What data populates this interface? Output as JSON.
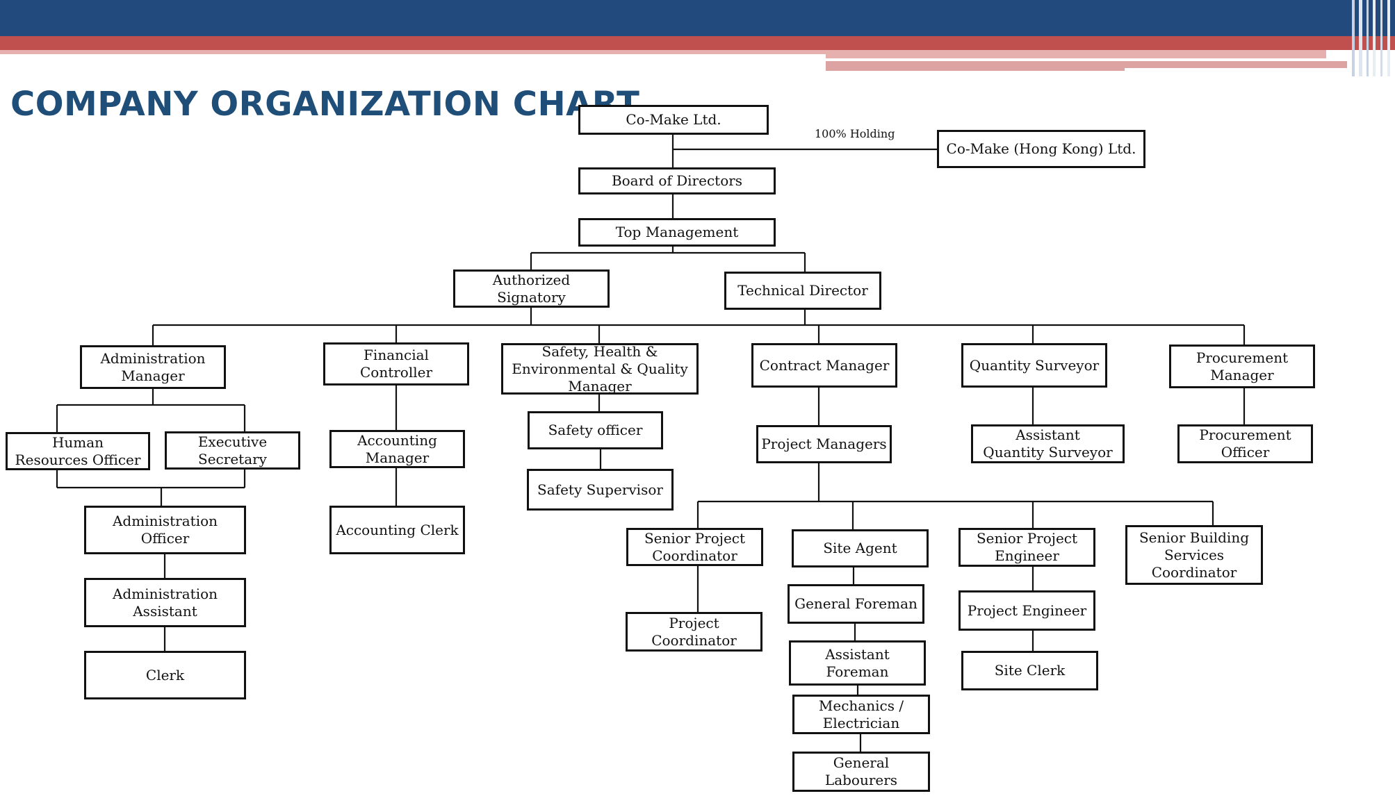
{
  "slide": {
    "title": "COMPANY ORGANIZATION CHART"
  },
  "org": {
    "holding_label": "100%  Holding",
    "nodes": {
      "comake": "Co-Make Ltd.",
      "comake_hk": "Co-Make (Hong Kong) Ltd.",
      "board": "Board of Directors",
      "top_mgmt": "Top Management",
      "auth_sig": "Authorized\nSignatory",
      "tech_dir": "Technical Director",
      "admin_mgr": "Administration\nManager",
      "hr_officer": "Human\nResources  Officer",
      "exec_sec": "Executive\nSecretary",
      "admin_officer": "Administration\nOfficer",
      "admin_asst": "Administration\nAssistant",
      "clerk": "Clerk",
      "fin_ctrl": "Financial\nController",
      "acct_mgr": "Accounting\nManager",
      "acct_clerk": "Accounting Clerk",
      "shq_mgr": "Safety, Health &\nEnvironmental & Quality\nManager",
      "safety_officer": "Safety officer",
      "safety_sup": "Safety Supervisor",
      "contract_mgr": "Contract Manager",
      "project_mgrs": "Project Managers",
      "qs": "Quantity Surveyor",
      "asst_qs": "Assistant\nQuantity Surveyor",
      "proc_mgr": "Procurement\nManager",
      "proc_officer": "Procurement\nOfficer",
      "spc": "Senior Project\nCoordinator",
      "proj_coord": "Project\nCoordinator",
      "site_agent": "Site Agent",
      "gen_foreman": "General Foreman",
      "asst_foreman": "Assistant\nForeman",
      "mech_elec": "Mechanics /\nElectrician",
      "gen_labour": "General\nLabourers",
      "spe": "Senior Project\nEngineer",
      "proj_eng": "Project Engineer",
      "site_clerk": "Site Clerk",
      "sbsc": "Senior Building\nServices\nCoordinator"
    }
  }
}
